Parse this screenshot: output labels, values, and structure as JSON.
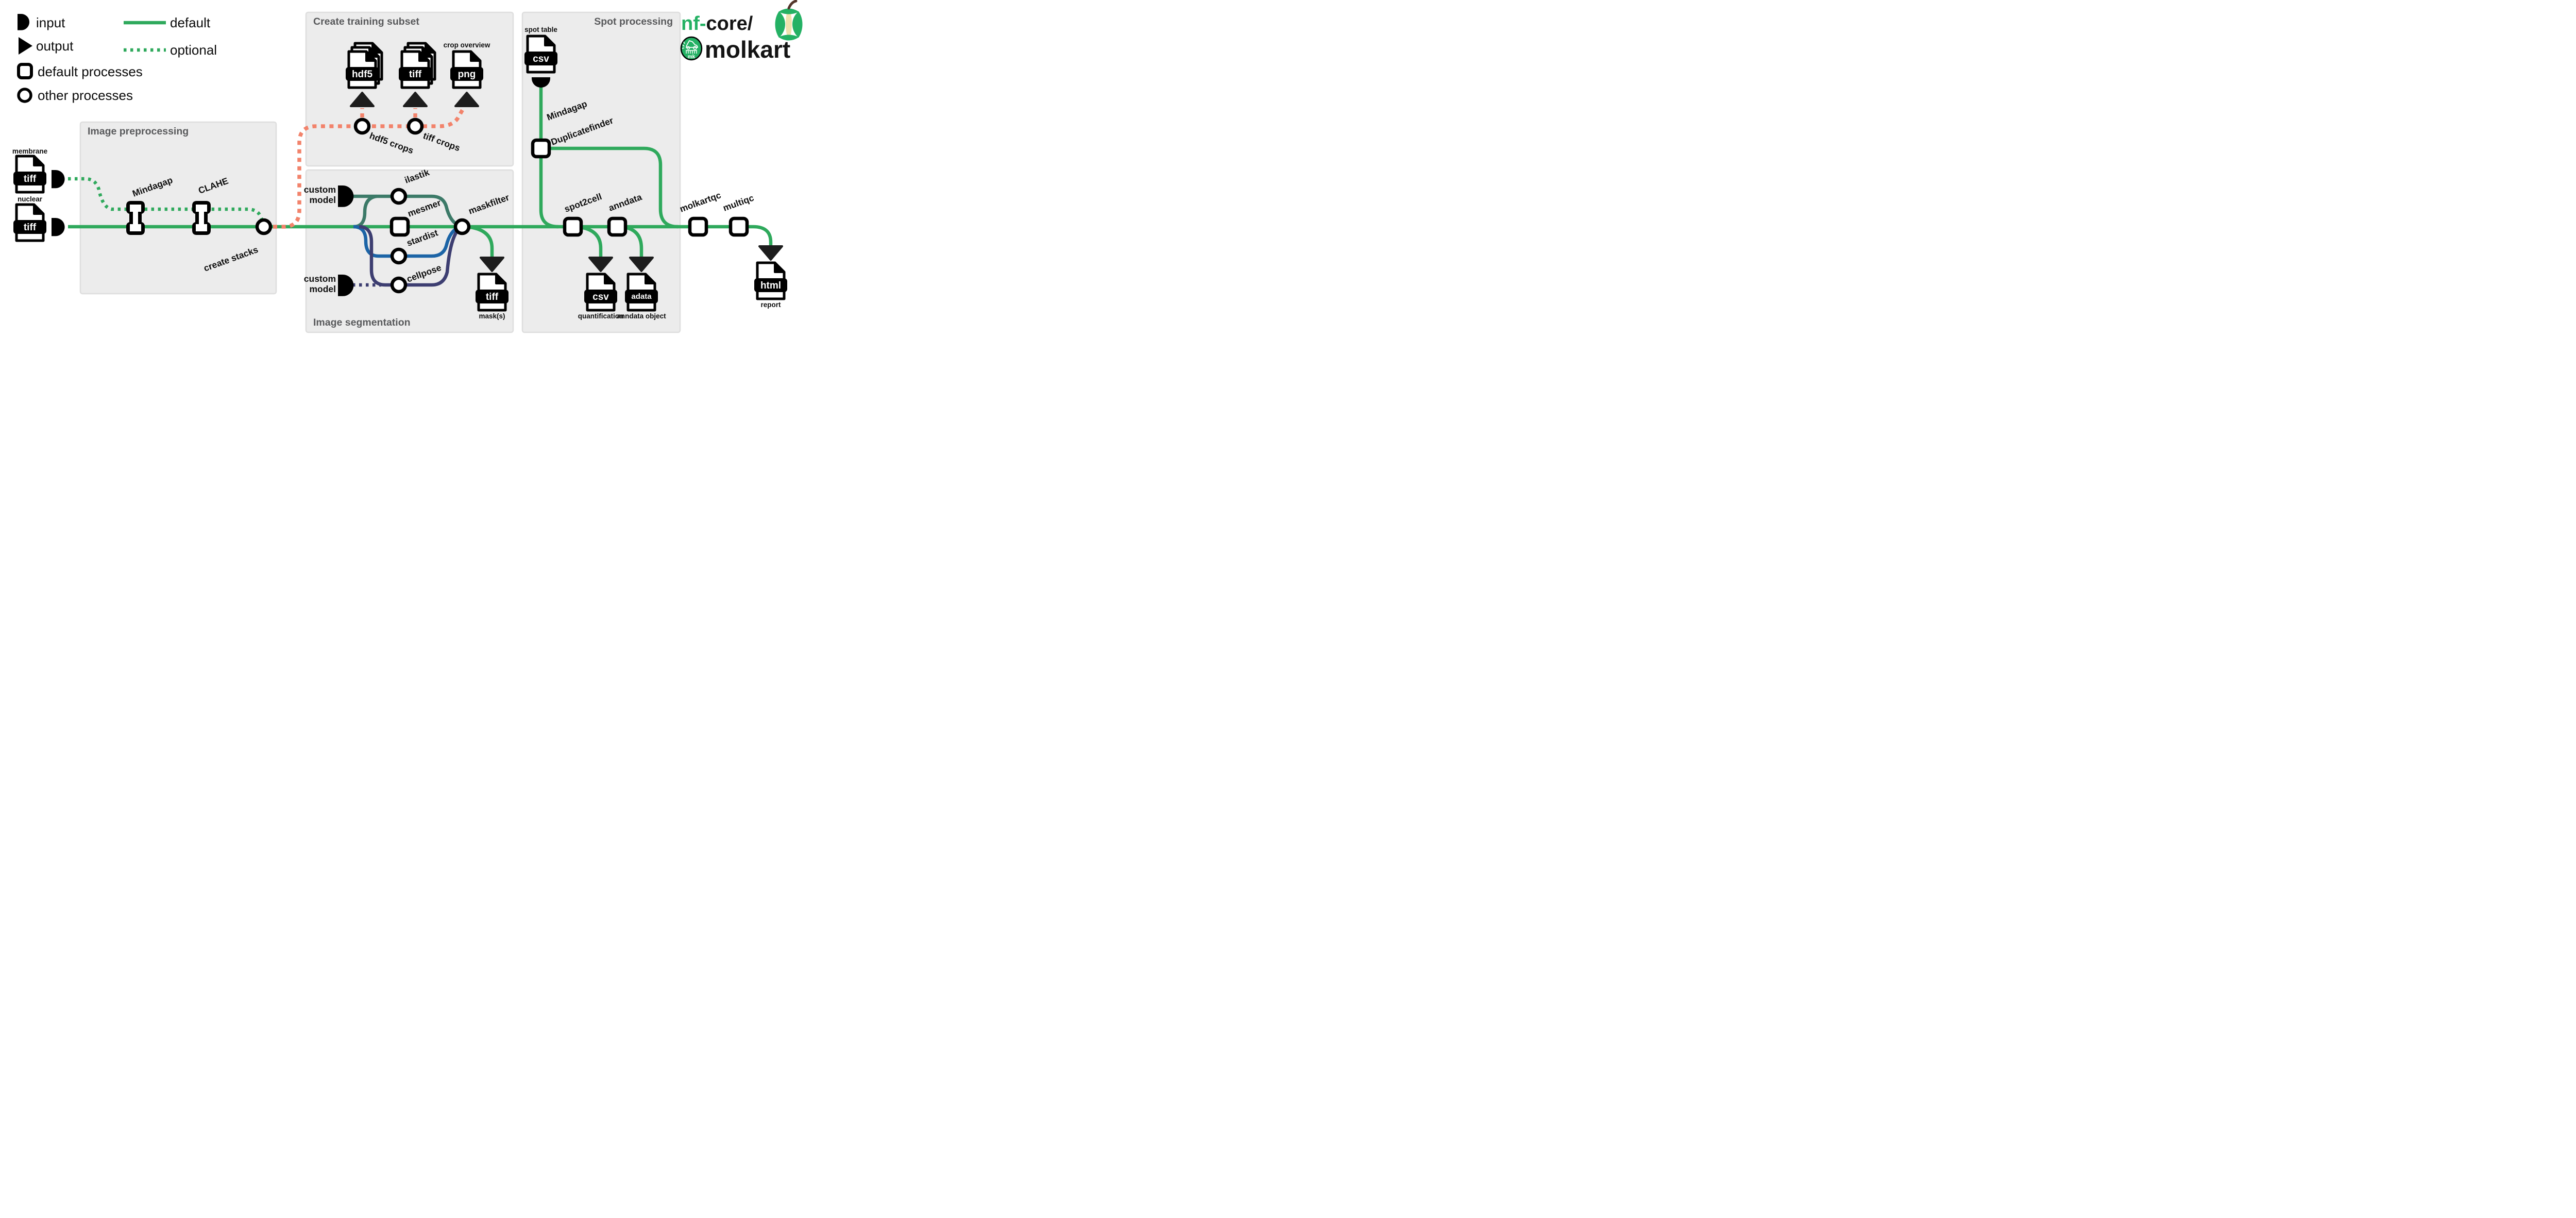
{
  "colors": {
    "green": "#2fa95c",
    "salmon": "#f2836b",
    "teal": "#3c7a68",
    "blue": "#1c64a6",
    "navy": "#3d3e71",
    "box_bg": "#ececec",
    "box_border": "#dedede",
    "title_gray": "#58595b",
    "nfcore_green": "#24b164"
  },
  "legend": {
    "input": "input",
    "output": "output",
    "default_line": "default",
    "optional_line": "optional",
    "default_processes": "default processes",
    "other_processes": "other processes"
  },
  "boxes": {
    "preprocessing": "Image preprocessing",
    "training": "Create training subset",
    "segmentation": "Image segmentation",
    "spot": "Spot processing"
  },
  "logo": {
    "org": "nf-core/",
    "pipeline": "molkart",
    "badge": "mk"
  },
  "inputs": {
    "membrane_label": "membrane",
    "membrane_fmt": "tiff",
    "nuclear_label": "nuclear",
    "nuclear_fmt": "tiff",
    "spot_table_label": "spot table",
    "spot_table_fmt": "csv",
    "custom_model_line1": "custom",
    "custom_model_line2": "model"
  },
  "nodes": {
    "mindagap": "Mindagap",
    "clahe": "CLAHE",
    "create_stacks": "create stacks",
    "hdf5_crops": "hdf5 crops",
    "tiff_crops": "tiff crops",
    "ilastik": "ilastik",
    "mesmer": "mesmer",
    "stardist": "stardist",
    "cellpose": "cellpose",
    "maskfilter": "maskfilter",
    "dup_line1": "Mindagap",
    "dup_line2": "Duplicatefinder",
    "spot2cell": "spot2cell",
    "anndata": "anndata",
    "molkartqc": "molkartqc",
    "multiqc": "multiqc"
  },
  "outputs": {
    "hdf5_fmt": "hdf5",
    "tiff_crops_fmt": "tiff",
    "png_fmt": "png",
    "png_label": "crop overview",
    "mask_fmt": "tiff",
    "mask_label": "mask(s)",
    "quant_fmt": "csv",
    "quant_label": "quantification",
    "adata_fmt": "adata",
    "adata_label": "anndata object",
    "report_fmt": "html",
    "report_label": "report"
  }
}
